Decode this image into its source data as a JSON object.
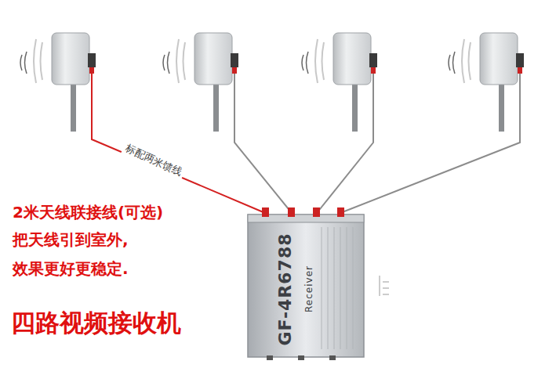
{
  "diagram": {
    "title": "四路视频接收机",
    "nodes": [
      {
        "text": [
          "GF-4R6788",
          "Receiver"
        ]
      }
    ],
    "labels": [
      "标配两米馈线",
      "2米天线联接线(可选)",
      "把天线引到室外,",
      "效果更好更稳定."
    ]
  }
}
